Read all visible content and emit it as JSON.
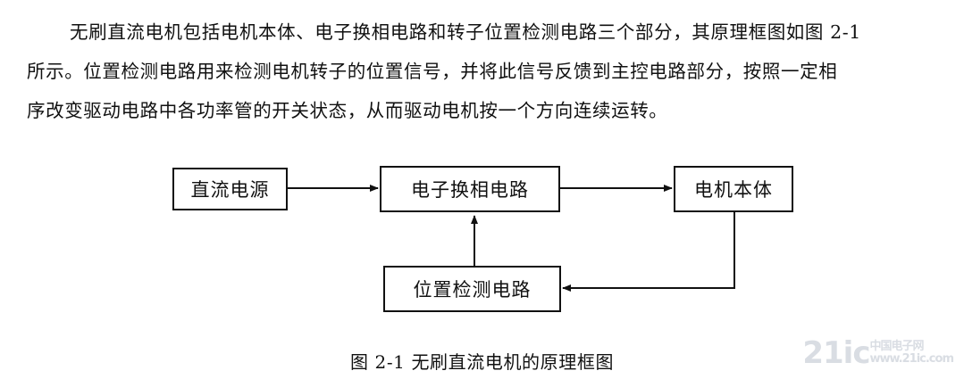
{
  "text": {
    "line1": "无刷直流电机包括电机本体、电子换相电路和转子位置检测电路三个部分，其原理框图如图 2-1",
    "line2": "所示。位置检测电路用来检测电机转子的位置信号，并将此信号反馈到主控电路部分，按照一定相",
    "line3": "序改变驱动电路中各功率管的开关状态，从而驱动电机按一个方向连续运转。"
  },
  "diagram": {
    "nodes": {
      "power": "直流电源",
      "commutation": "电子换相电路",
      "motor": "电机本体",
      "detection": "位置检测电路"
    },
    "edges": [
      {
        "from": "直流电源",
        "to": "电子换相电路"
      },
      {
        "from": "电子换相电路",
        "to": "电机本体"
      },
      {
        "from": "电机本体",
        "to": "位置检测电路"
      },
      {
        "from": "位置检测电路",
        "to": "电子换相电路"
      }
    ]
  },
  "caption": "图 2-1  无刷直流电机的原理框图",
  "watermark": {
    "brand": "21ic",
    "sub_line1": "中国电子网",
    "sub_line2": "www.21ic.com"
  }
}
